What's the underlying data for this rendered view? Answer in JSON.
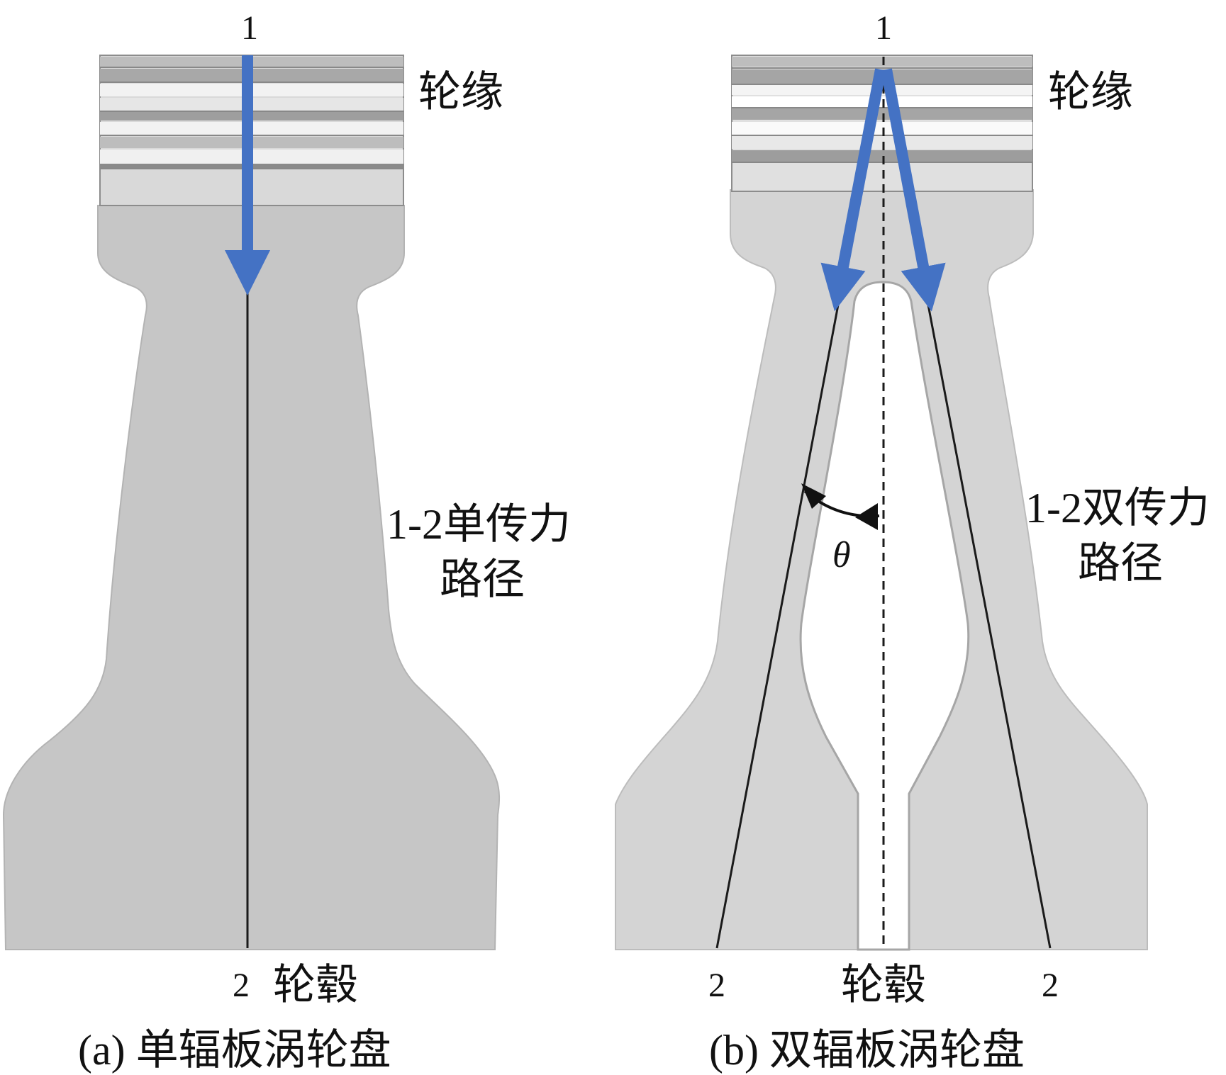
{
  "panel_a": {
    "top_point": "1",
    "bottom_point": "2",
    "rim_label": "轮缘",
    "hub_label": "轮毂",
    "path_label_line1": "1-2单传力",
    "path_label_line2": "路径",
    "caption": "(a) 单辐板涡轮盘"
  },
  "panel_b": {
    "top_point": "1",
    "bottom_left_point": "2",
    "bottom_right_point": "2",
    "rim_label": "轮缘",
    "hub_label": "轮毂",
    "path_label_line1": "1-2双传力",
    "path_label_line2": "路径",
    "angle_label": "θ",
    "caption": "(b) 双辐板涡轮盘"
  },
  "colors": {
    "disk_fill": "#c6c6c6",
    "disk_fill_b": "#d4d4d4",
    "arrow_blue": "#4472c4",
    "line": "#1a1a1a"
  }
}
